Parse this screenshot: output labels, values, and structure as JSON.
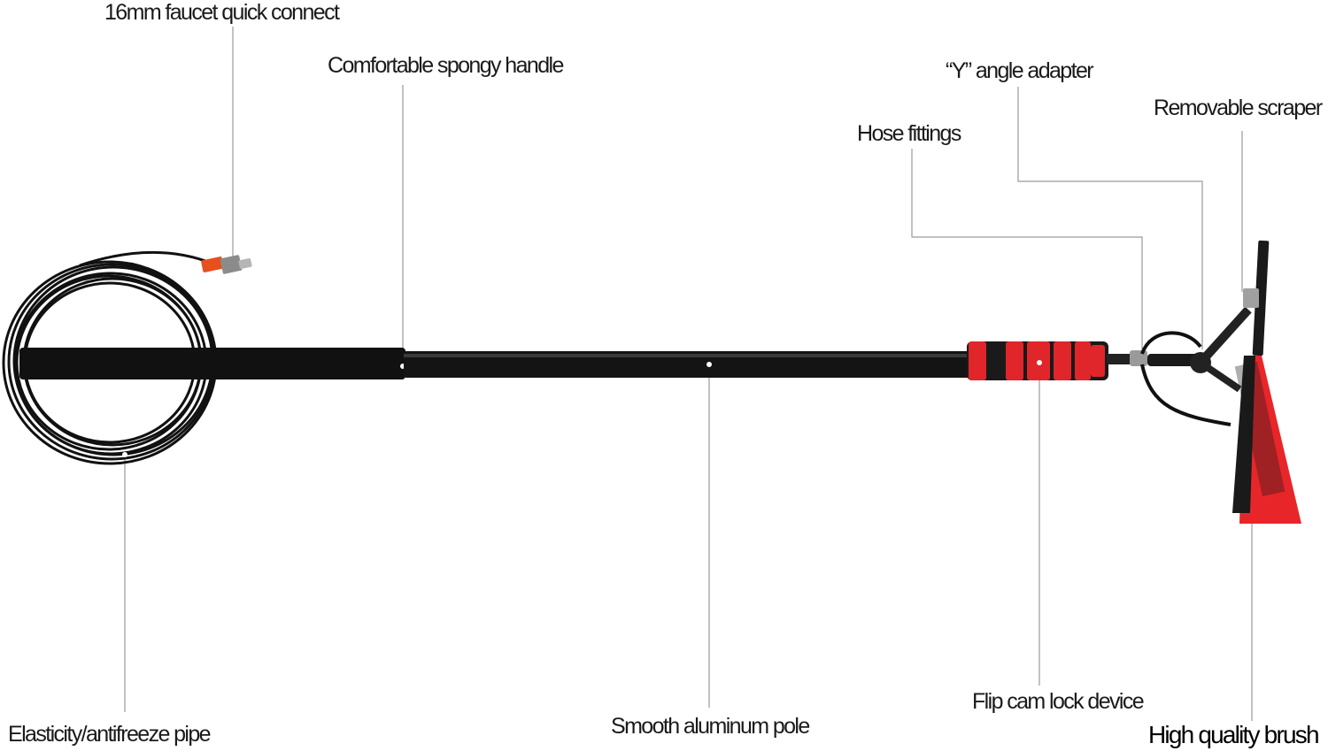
{
  "labels": {
    "faucet": "16mm faucet quick connect",
    "handle": "Comfortable spongy handle",
    "y_adapter": "“Y” angle adapter",
    "scraper": "Removable scraper",
    "hose_fittings": "Hose fittings",
    "pipe": "Elasticity/antifreeze pipe",
    "pole": "Smooth aluminum pole",
    "cam_lock": "Flip cam lock device",
    "brush": "High quality brush"
  },
  "colors": {
    "pole": "#111111",
    "clamp_red": "#e0262b",
    "brush_red": "#e8262a",
    "connector_orange": "#e6501e",
    "leader_line": "#9a9a9a",
    "text": "#1a1a1a"
  }
}
